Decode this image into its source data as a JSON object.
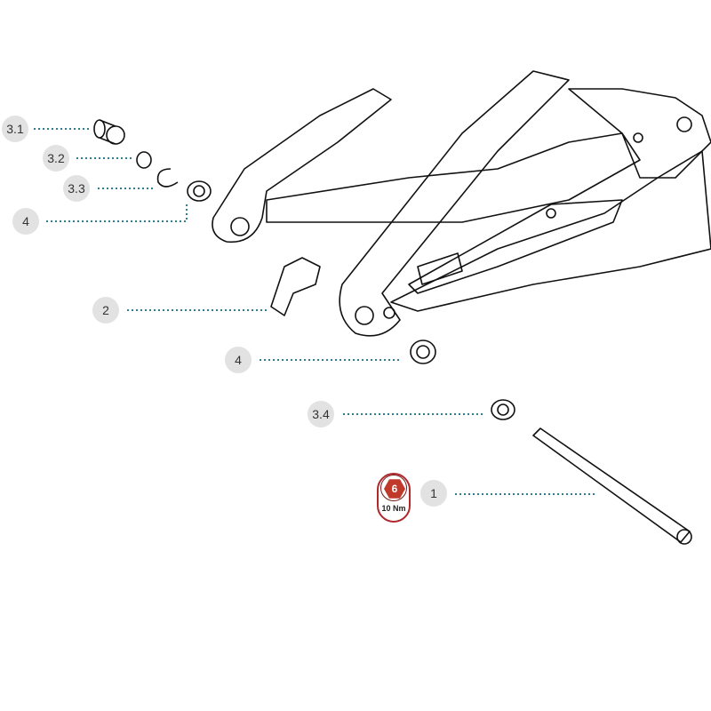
{
  "callouts": [
    {
      "id": "c31",
      "label": "3.1"
    },
    {
      "id": "c32",
      "label": "3.2"
    },
    {
      "id": "c33",
      "label": "3.3"
    },
    {
      "id": "c4a",
      "label": "4"
    },
    {
      "id": "c2",
      "label": "2"
    },
    {
      "id": "c4b",
      "label": "4"
    },
    {
      "id": "c34",
      "label": "3.4"
    },
    {
      "id": "c1",
      "label": "1"
    }
  ],
  "torque": {
    "tool_size": "6",
    "value": "10 Nm",
    "color": "#c0392b"
  },
  "colors": {
    "leader": "#2f7f8f",
    "callout_bg": "#e2e2e2"
  }
}
